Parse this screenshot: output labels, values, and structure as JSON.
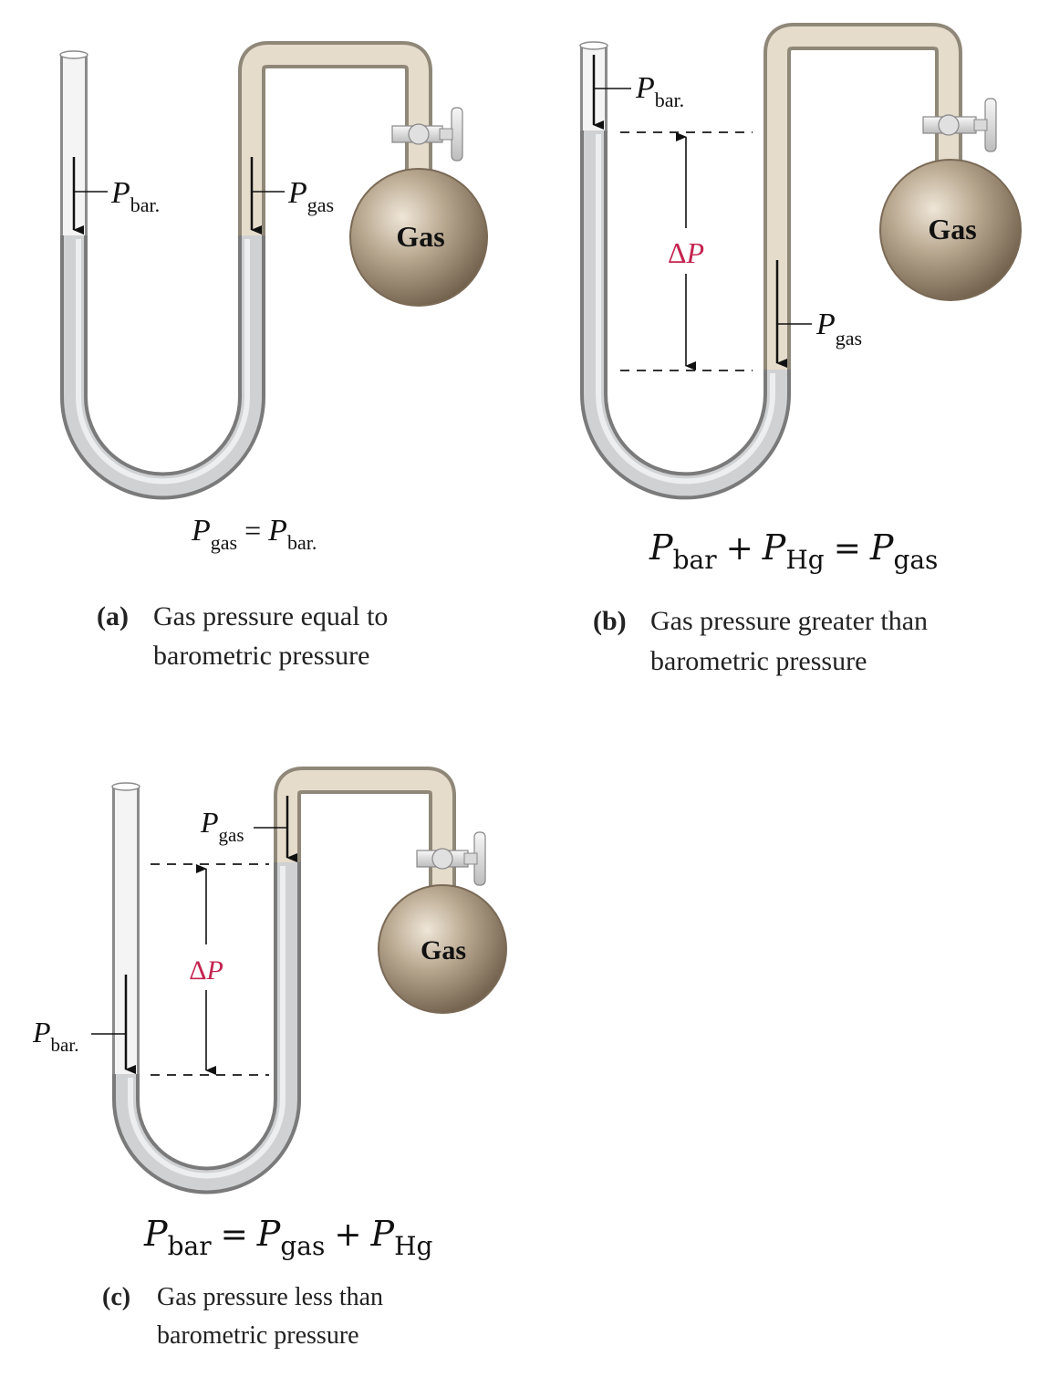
{
  "panel_a": {
    "p_bar": {
      "P": "P",
      "sub": "bar."
    },
    "p_gas": {
      "P": "P",
      "sub": "gas"
    },
    "bulb_label": "Gas",
    "equation": {
      "lhs_P": "P",
      "lhs_sub": "gas",
      "eq": "=",
      "rhs_P": "P",
      "rhs_sub": "bar."
    },
    "caption": {
      "letter": "(a)",
      "line1": "Gas pressure equal to",
      "line2": "barometric pressure"
    }
  },
  "panel_b": {
    "p_bar": {
      "P": "P",
      "sub": "bar."
    },
    "p_gas": {
      "P": "P",
      "sub": "gas"
    },
    "delta": {
      "d": "Δ",
      "P": "P"
    },
    "bulb_label": "Gas",
    "equation": {
      "t1_P": "P",
      "t1_sub": "bar",
      "plus": "+",
      "t2_P": "P",
      "t2_sub": "Hg",
      "eq": "=",
      "t3_P": "P",
      "t3_sub": "gas"
    },
    "caption": {
      "letter": "(b)",
      "line1": "Gas pressure greater than",
      "line2": "barometric pressure"
    }
  },
  "panel_c": {
    "p_bar": {
      "P": "P",
      "sub": "bar."
    },
    "p_gas": {
      "P": "P",
      "sub": "gas"
    },
    "delta": {
      "d": "Δ",
      "P": "P"
    },
    "bulb_label": "Gas",
    "equation": {
      "t1_P": "P",
      "t1_sub": "bar",
      "eq": "=",
      "t2_P": "P",
      "t2_sub": "gas",
      "plus": "+",
      "t3_P": "P",
      "t3_sub": "Hg"
    },
    "caption": {
      "letter": "(c)",
      "line1": "Gas pressure less than",
      "line2": "barometric pressure"
    }
  },
  "colors": {
    "delta_p": "#c4244f",
    "bulb": "#a89882",
    "gas_tube": "#e6dccb",
    "mercury": "#cfd1d3"
  }
}
